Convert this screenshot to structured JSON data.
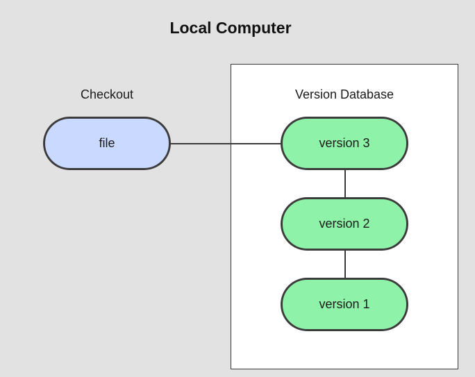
{
  "title": "Local Computer",
  "checkout": {
    "label": "Checkout",
    "file": "file"
  },
  "version_database": {
    "label": "Version Database",
    "versions": [
      "version 3",
      "version 2",
      "version 1"
    ]
  },
  "colors": {
    "file_fill": "#c9d9ff",
    "version_fill": "#8ef2a8",
    "background": "#e2e2e2",
    "outline": "#3c3c3c"
  }
}
